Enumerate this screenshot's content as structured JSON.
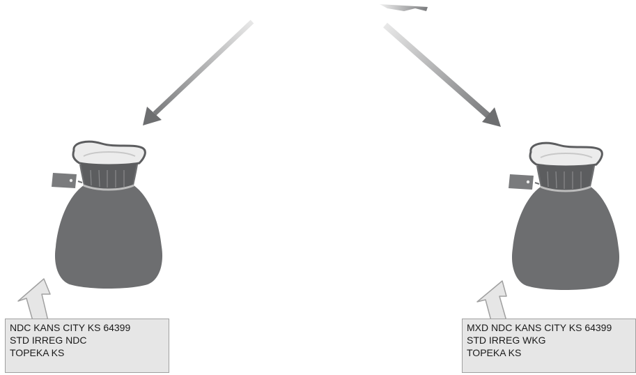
{
  "colors": {
    "bag": "#6d6e70",
    "bag_neck": "#5c5d5f",
    "bag_opening": "#ececec",
    "tag": "#7a7b7d",
    "arrow_dark": "#6d6e70",
    "arrow_light": "#e8e8e8",
    "pointer_fill": "#e6e6e6",
    "pointer_stroke": "#a0a0a0",
    "label_background": "#e6e6e6"
  },
  "icons": {
    "bag": "mail-sack-icon",
    "tag": "sack-tag-icon"
  },
  "labels": [
    {
      "lines": [
        "NDC KANS CITY KS 64399",
        "STD IRREG NDC",
        "TOPEKA KS"
      ]
    },
    {
      "lines": [
        "MXD NDC KANS CITY KS 64399",
        "STD IRREG WKG",
        "TOPEKA KS"
      ]
    }
  ]
}
